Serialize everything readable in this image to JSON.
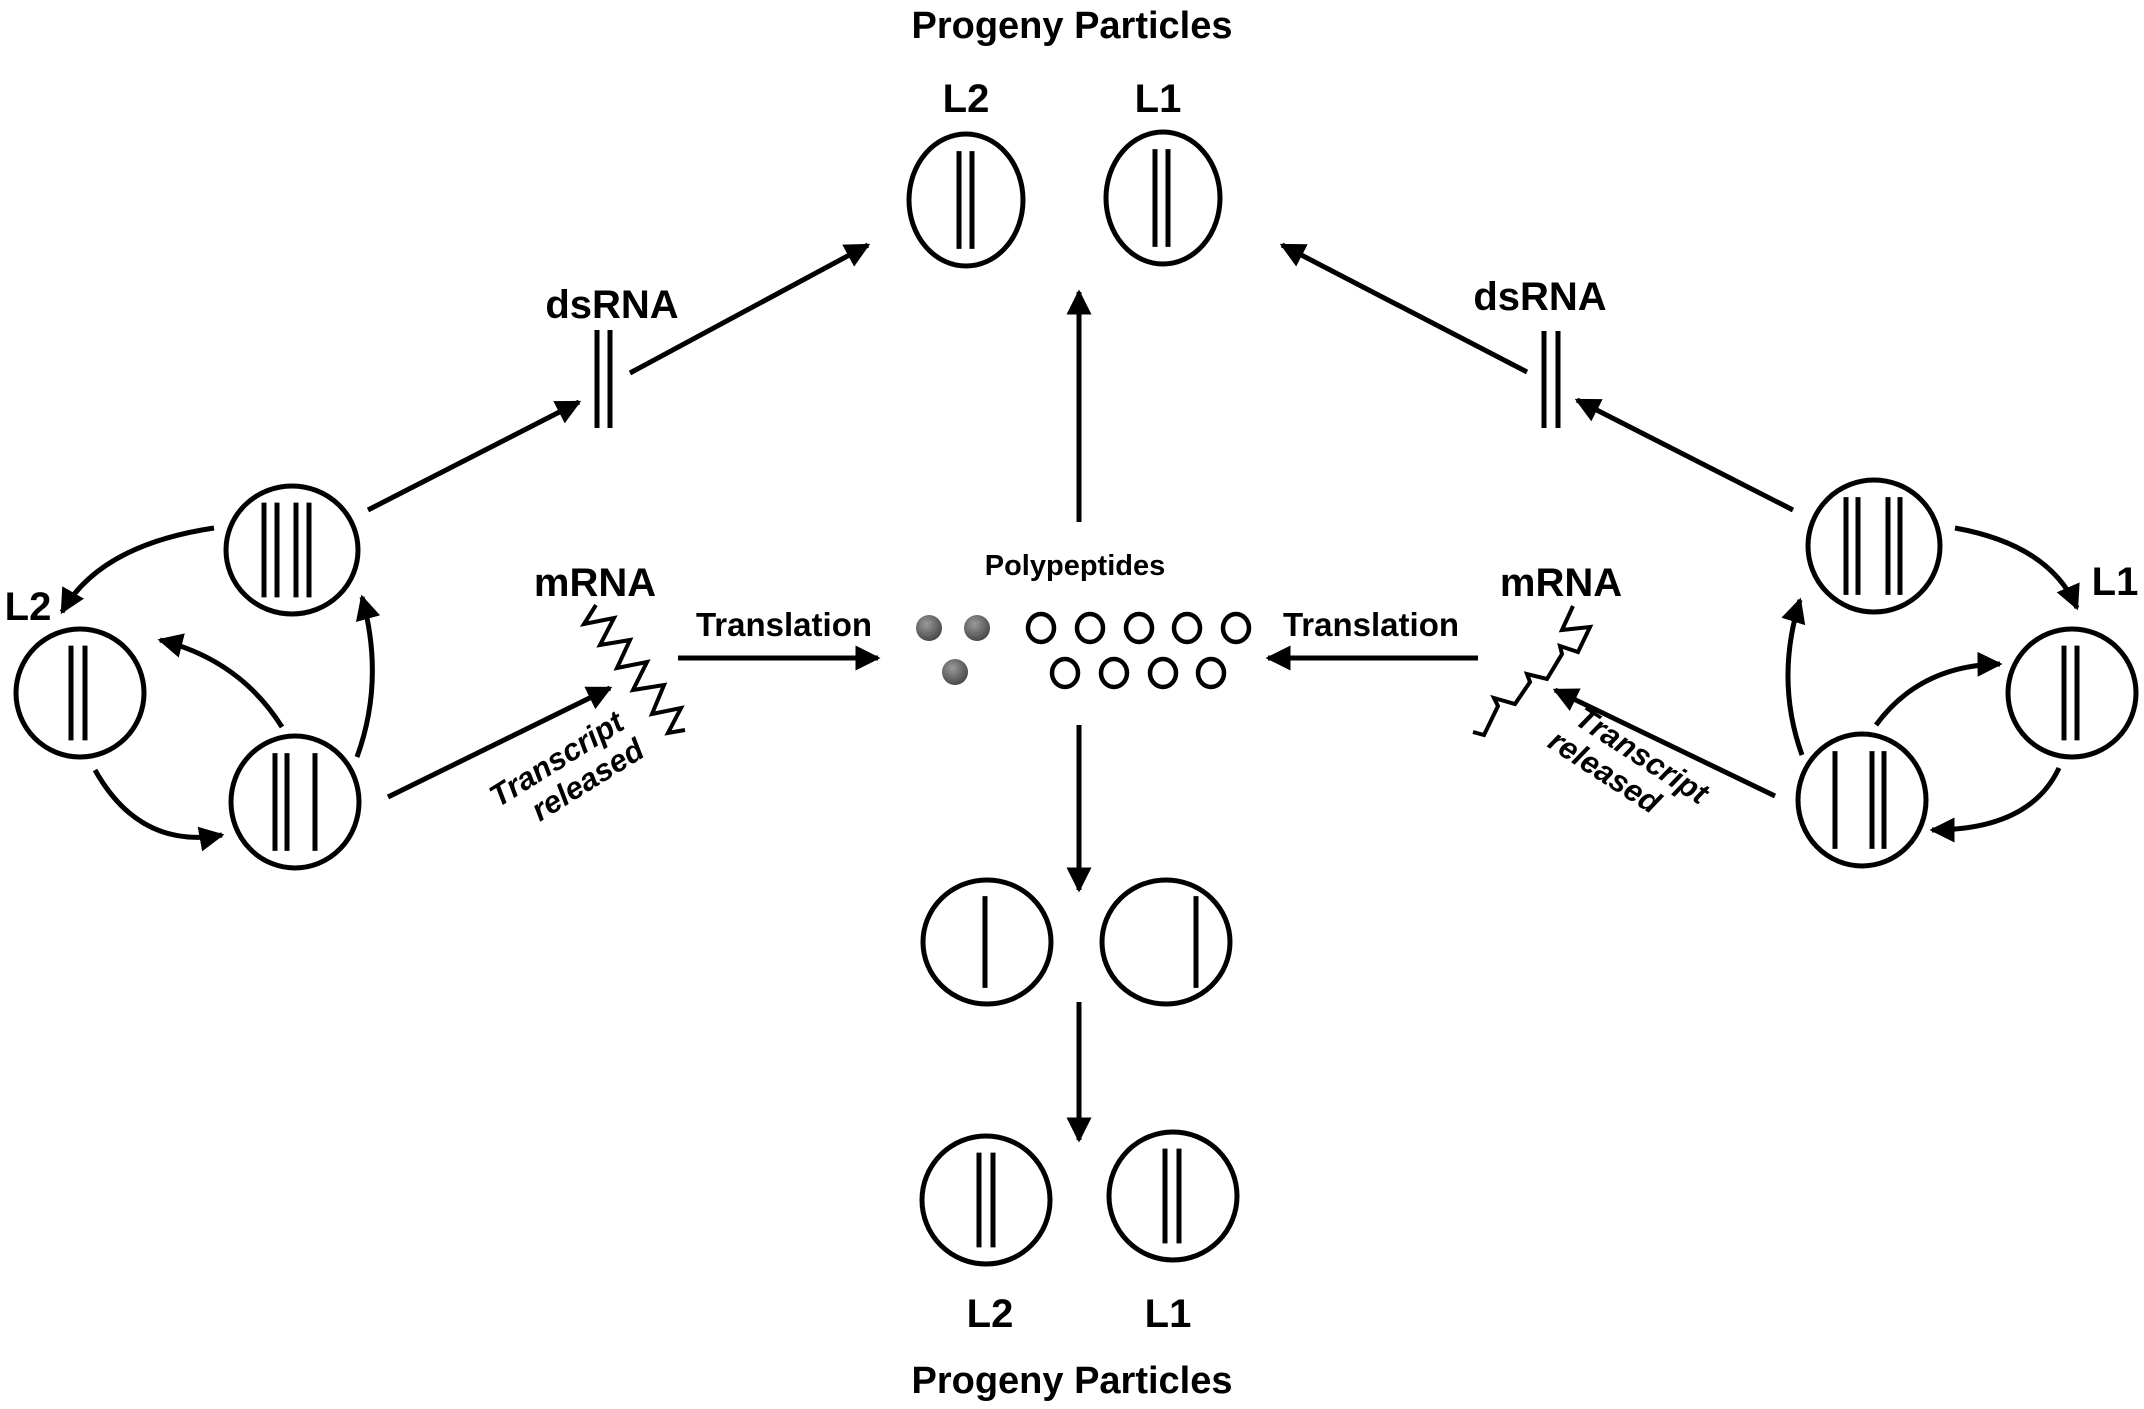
{
  "figure": {
    "top_title": "Progeny Particles",
    "bottom_title": "Progeny Particles",
    "labels": {
      "top_l2": "L2",
      "top_l1": "L1",
      "bottom_l2": "L2",
      "bottom_l1": "L1",
      "left_cycle": "L2",
      "right_cycle": "L1",
      "left_dsrna": "dsRNA",
      "right_dsrna": "dsRNA",
      "left_mrna": "mRNA",
      "right_mrna": "mRNA",
      "left_translation": "Translation",
      "right_translation": "Translation",
      "polypeptides": "Polypeptides",
      "left_transcript_line1": "Transcript",
      "left_transcript_line2": "released",
      "right_transcript_line1": "Transcript",
      "right_transcript_line2": "released"
    },
    "particles": [
      {
        "id": "top-progeny-l2",
        "segment": "L2",
        "strands": 2,
        "role": "progeny"
      },
      {
        "id": "top-progeny-l1",
        "segment": "L1",
        "strands": 2,
        "role": "progeny"
      },
      {
        "id": "left-cycle-l2-ds",
        "segment": "L2",
        "strands": 2,
        "role": "cycle"
      },
      {
        "id": "left-cycle-top-4",
        "segment": "L2",
        "strands": 4,
        "role": "cycle"
      },
      {
        "id": "left-cycle-bottom-3",
        "segment": "L2",
        "strands": 3,
        "role": "cycle"
      },
      {
        "id": "right-cycle-l1-ds",
        "segment": "L1",
        "strands": 2,
        "role": "cycle"
      },
      {
        "id": "right-cycle-top-4",
        "segment": "L1",
        "strands": 4,
        "role": "cycle"
      },
      {
        "id": "right-cycle-bottom-3",
        "segment": "L1",
        "strands": 3,
        "role": "cycle"
      },
      {
        "id": "bottom-ss-left",
        "segment": "L2",
        "strands": 1,
        "role": "intermediate"
      },
      {
        "id": "bottom-ss-right",
        "segment": "L1",
        "strands": 1,
        "role": "intermediate"
      },
      {
        "id": "bottom-progeny-l2",
        "segment": "L2",
        "strands": 2,
        "role": "progeny"
      },
      {
        "id": "bottom-progeny-l1",
        "segment": "L1",
        "strands": 2,
        "role": "progeny"
      }
    ],
    "polypeptides": {
      "filled_count": 3,
      "open_count": 9,
      "filled_color": "#6e6e6e"
    },
    "colors": {
      "ink": "#000000",
      "background": "#ffffff"
    }
  }
}
